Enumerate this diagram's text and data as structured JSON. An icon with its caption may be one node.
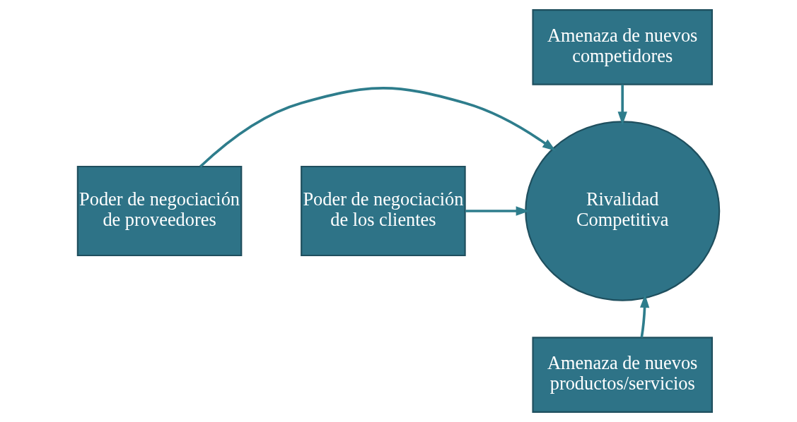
{
  "diagram": {
    "nodes": [
      {
        "text": [
          "Amenaza de nuevos competidores"
        ]
      },
      {
        "text": [
          "Poder de negociación de proveedores"
        ]
      },
      {
        "text": [
          "Rivalidad Competitiva"
        ]
      },
      {
        "text": [
          "Poder de negociación de los clientes"
        ]
      },
      {
        "text": [
          "Amenaza de nuevos productos/servicios"
        ]
      }
    ],
    "edges": [
      {
        "from": 0,
        "to": 2,
        "arrow": "to"
      },
      {
        "from": 1,
        "to": 2,
        "arrow": "to"
      },
      {
        "from": 3,
        "to": 2,
        "arrow": "to"
      },
      {
        "from": 4,
        "to": 2,
        "arrow": "to"
      }
    ]
  }
}
